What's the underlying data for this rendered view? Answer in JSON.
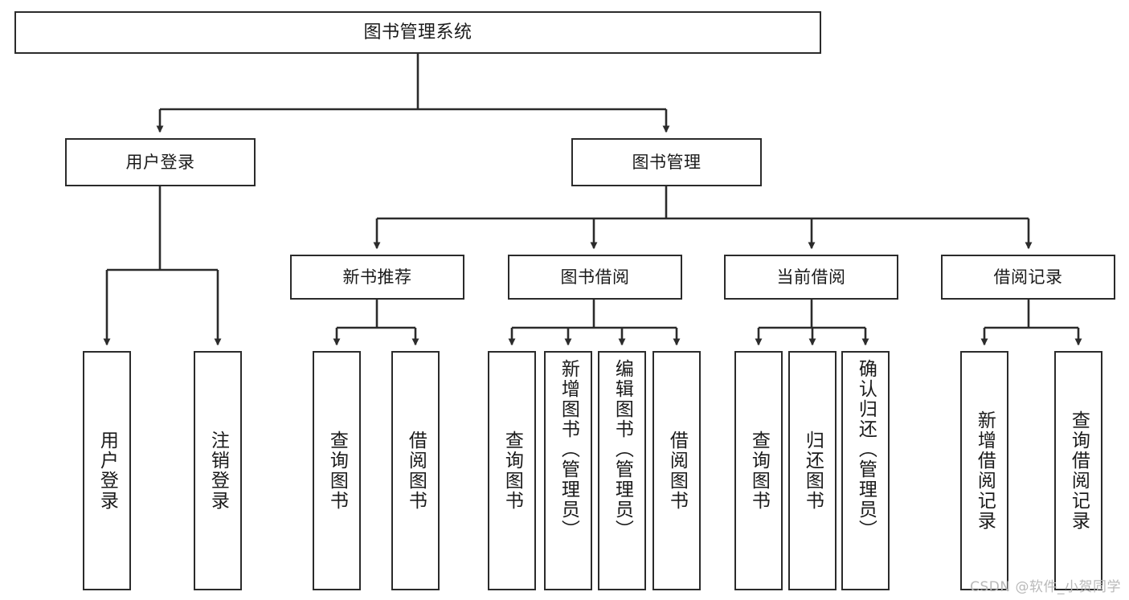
{
  "diagram": {
    "title": "图书管理系统",
    "type": "tree-hierarchy",
    "colors": {
      "box_border": "#2b2b2b",
      "box_fill": "#ffffff",
      "edge": "#2b2b2b",
      "text": "#1a1a1a",
      "watermark": "#b9b9b9"
    },
    "levels": {
      "level0": "系统",
      "level1": "模块",
      "level2": "功能组",
      "level3": "功能点"
    }
  },
  "nodes": {
    "root": {
      "id": "root",
      "label": "图书管理系统",
      "orientation": "horizontal"
    },
    "user_login": {
      "id": "user-login",
      "label": "用户登录",
      "orientation": "horizontal"
    },
    "book_manage": {
      "id": "book-manage",
      "label": "图书管理",
      "orientation": "horizontal"
    },
    "new_book_rec": {
      "id": "new-book-recommend",
      "label": "新书推荐",
      "orientation": "horizontal"
    },
    "book_borrow": {
      "id": "book-borrow",
      "label": "图书借阅",
      "orientation": "horizontal"
    },
    "current_borrow": {
      "id": "current-borrow",
      "label": "当前借阅",
      "orientation": "horizontal"
    },
    "borrow_record": {
      "id": "borrow-record",
      "label": "借阅记录",
      "orientation": "horizontal"
    },
    "leaf_user_login": {
      "id": "leaf-user-login",
      "label": "用户登录",
      "orientation": "vertical"
    },
    "leaf_user_logout": {
      "id": "leaf-user-logout",
      "label": "注销登录",
      "orientation": "vertical"
    },
    "leaf_rec_query_book": {
      "id": "leaf-recommend-query-book",
      "label": "查询图书",
      "orientation": "vertical"
    },
    "leaf_rec_borrow_book": {
      "id": "leaf-recommend-borrow-book",
      "label": "借阅图书",
      "orientation": "vertical"
    },
    "leaf_borrow_query_book": {
      "id": "leaf-borrow-query-book",
      "label": "查询图书",
      "orientation": "vertical"
    },
    "leaf_borrow_add_book": {
      "id": "leaf-borrow-add-book",
      "label": "新增图书（管理员）",
      "orientation": "vertical"
    },
    "leaf_borrow_edit_book": {
      "id": "leaf-borrow-edit-book",
      "label": "编辑图书（管理员）",
      "orientation": "vertical"
    },
    "leaf_borrow_borrow_book": {
      "id": "leaf-borrow-borrow-book",
      "label": "借阅图书",
      "orientation": "vertical"
    },
    "leaf_cur_query_book": {
      "id": "leaf-current-query-book",
      "label": "查询图书",
      "orientation": "vertical"
    },
    "leaf_cur_return_book": {
      "id": "leaf-current-return-book",
      "label": "归还图书",
      "orientation": "vertical"
    },
    "leaf_cur_confirm_return": {
      "id": "leaf-current-confirm-return",
      "label": "确认归还（管理员）",
      "orientation": "vertical"
    },
    "leaf_rec_add_record": {
      "id": "leaf-record-add-record",
      "label": "新增借阅记录",
      "orientation": "vertical"
    },
    "leaf_rec_query_record": {
      "id": "leaf-record-query-record",
      "label": "查询借阅记录",
      "orientation": "vertical"
    }
  },
  "edges": [
    {
      "from": "图书管理系统",
      "to": "用户登录"
    },
    {
      "from": "图书管理系统",
      "to": "图书管理"
    },
    {
      "from": "用户登录",
      "to": "用户登录"
    },
    {
      "from": "用户登录",
      "to": "注销登录"
    },
    {
      "from": "图书管理",
      "to": "新书推荐"
    },
    {
      "from": "图书管理",
      "to": "图书借阅"
    },
    {
      "from": "图书管理",
      "to": "当前借阅"
    },
    {
      "from": "图书管理",
      "to": "借阅记录"
    },
    {
      "from": "新书推荐",
      "to": "查询图书"
    },
    {
      "from": "新书推荐",
      "to": "借阅图书"
    },
    {
      "from": "图书借阅",
      "to": "查询图书"
    },
    {
      "from": "图书借阅",
      "to": "新增图书（管理员）"
    },
    {
      "from": "图书借阅",
      "to": "编辑图书（管理员）"
    },
    {
      "from": "图书借阅",
      "to": "借阅图书"
    },
    {
      "from": "当前借阅",
      "to": "查询图书"
    },
    {
      "from": "当前借阅",
      "to": "归还图书"
    },
    {
      "from": "当前借阅",
      "to": "确认归还（管理员）"
    },
    {
      "from": "借阅记录",
      "to": "新增借阅记录"
    },
    {
      "from": "借阅记录",
      "to": "查询借阅记录"
    }
  ],
  "watermark": {
    "text": "CSDN @软件_小贺同学"
  }
}
